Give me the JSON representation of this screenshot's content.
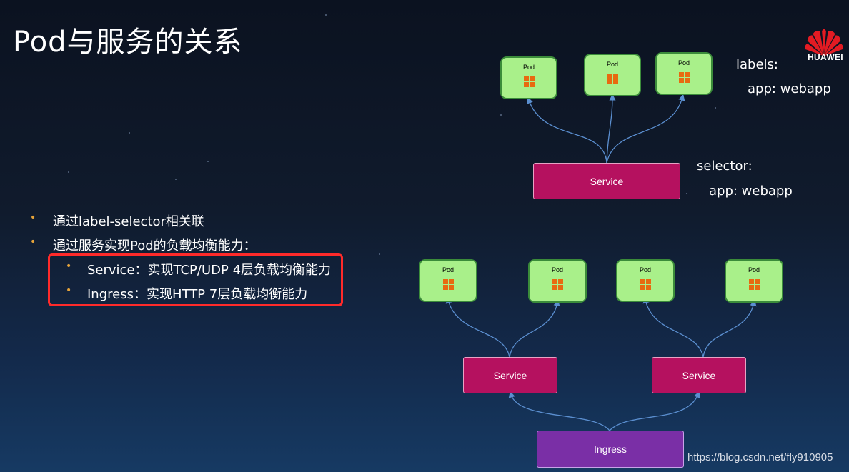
{
  "slide": {
    "title": "Pod与服务的关系",
    "logo_text": "HUAWEI",
    "watermark": "https://blog.csdn.net/fly910905"
  },
  "bullets": [
    "通过label-selector相关联",
    "通过服务实现Pod的负载均衡能力："
  ],
  "sub_bullets": [
    "Service：实现TCP/UDP 4层负载均衡能力",
    "Ingress：实现HTTP 7层负载均衡能力"
  ],
  "diagram_top": {
    "pods": [
      "Pod",
      "Pod",
      "Pod"
    ],
    "service": "Service",
    "labels_key": "labels:",
    "labels_value": "app: webapp",
    "selector_key": "selector:",
    "selector_value": "app: webapp"
  },
  "diagram_bottom": {
    "pods": [
      "Pod",
      "Pod",
      "Pod",
      "Pod"
    ],
    "services": [
      "Service",
      "Service"
    ],
    "ingress": "Ingress"
  },
  "colors": {
    "pod_fill": "#a9f08a",
    "pod_icon": "#e86a10",
    "service_fill": "#b5115f",
    "ingress_fill": "#7a2fa6",
    "highlight_border": "#ff2a2a",
    "bullet_dot": "#e7a43a",
    "arrow": "#5b8fd0"
  }
}
